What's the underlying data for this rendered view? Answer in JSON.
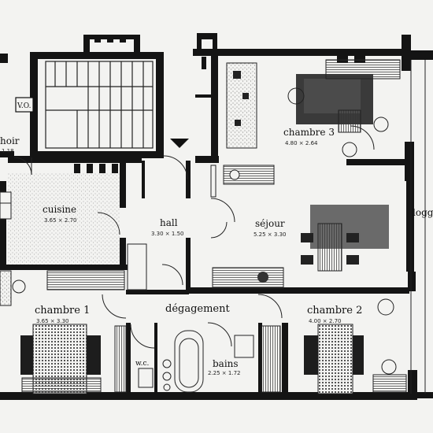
{
  "plan": {
    "rooms": [
      {
        "id": "hall",
        "name": "hall",
        "dims": "3.30 × 1.50"
      },
      {
        "id": "cuisine",
        "name": "cuisine",
        "dims": "3.65 × 2.70"
      },
      {
        "id": "sejour",
        "name": "séjour",
        "dims": "5.25 × 3.30"
      },
      {
        "id": "chambre3",
        "name": "chambre 3",
        "dims": "4.80 × 2.64"
      },
      {
        "id": "chambre1",
        "name": "chambre 1",
        "dims": "3.65 × 3.30"
      },
      {
        "id": "chambre2",
        "name": "chambre 2",
        "dims": "4.00 × 2.70"
      },
      {
        "id": "bains",
        "name": "bains",
        "dims": "2.25 × 1.72"
      },
      {
        "id": "degagement",
        "name": "dégagement",
        "dims": ""
      },
      {
        "id": "wc",
        "name": "w.c.",
        "dims": ""
      },
      {
        "id": "loggia",
        "name": "logg",
        "dims": ""
      },
      {
        "id": "sechoir",
        "name": "hoir",
        "dims": "1.18"
      }
    ],
    "vo_label": "V.O."
  },
  "colors": {
    "wall": "#141414",
    "paper": "#f3f3f1",
    "furniture_dark": "#2a2a2a",
    "rug": "#5a5a5a"
  }
}
